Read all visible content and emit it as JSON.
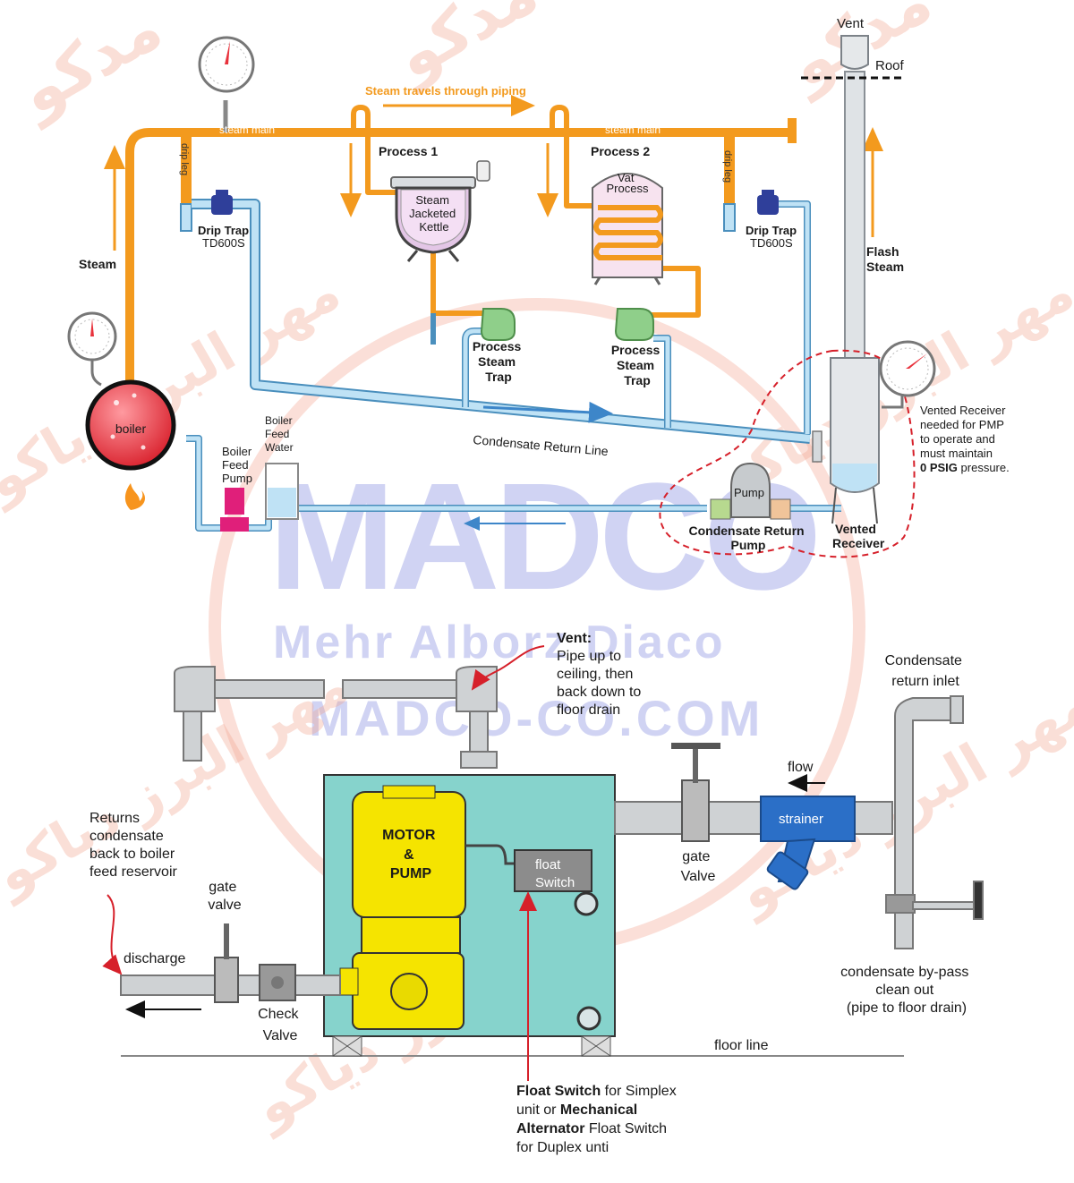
{
  "colors": {
    "steam": "#f39a1e",
    "condensate": "#bfe2f5",
    "condensate_stroke": "#4a8fbd",
    "boiler": "#e8323c",
    "tank": "#86d3cc",
    "motor": "#f5e400",
    "pipe_gray": "#c8c8c8",
    "strainer": "#2b6fc7",
    "arrow_red": "#d6202a",
    "watermark": "#f2a48f",
    "logo": "#5b63d6"
  },
  "top_diagram": {
    "vent": "Vent",
    "roof": "Roof",
    "steam_travels": "Steam travels through piping",
    "steam_main_left": "steam main",
    "steam_main_right": "steam main",
    "drip_leg_left": "drip leg",
    "drip_leg_right": "drip leg",
    "process_1": "Process 1",
    "process_2": "Process 2",
    "kettle": [
      "Steam",
      "Jacketed",
      "Kettle"
    ],
    "vat": [
      "Vat",
      "Process"
    ],
    "drip_trap_left": [
      "Drip Trap",
      "TD600S"
    ],
    "drip_trap_right": [
      "Drip Trap",
      "TD600S"
    ],
    "steam": "Steam",
    "flash_steam": [
      "Flash",
      "Steam"
    ],
    "boiler": "boiler",
    "process_trap_1": [
      "Process",
      "Steam",
      "Trap"
    ],
    "process_trap_2": [
      "Process",
      "Steam",
      "Trap"
    ],
    "condensate_return_line": "Condensate Return Line",
    "boiler_feed_water": [
      "Boiler",
      "Feed",
      "Water"
    ],
    "boiler_feed_pump": [
      "Boiler",
      "Feed",
      "Pump"
    ],
    "pump": "Pump",
    "condensate_return_pump": [
      "Condensate Return",
      "Pump"
    ],
    "vented_receiver": [
      "Vented",
      "Receiver"
    ],
    "vented_note": [
      "Vented Receiver",
      "needed for PMP",
      "to operate and",
      "must maintain"
    ],
    "vented_note_bold": "0 PSIG",
    "vented_note_tail": " pressure."
  },
  "bottom_diagram": {
    "vent_title": "Vent:",
    "vent_desc": [
      "Pipe up to",
      "ceiling, then",
      "back down to",
      "floor drain"
    ],
    "condensate_inlet": [
      "Condensate",
      "return inlet"
    ],
    "flow": "flow",
    "strainer": "strainer",
    "gate_valve_right": [
      "gate",
      "Valve"
    ],
    "motor_pump": [
      "MOTOR",
      "&",
      "PUMP"
    ],
    "float_switch": [
      "float",
      "Switch"
    ],
    "returns_condensate": [
      "Returns",
      "condensate",
      "back to boiler",
      "feed reservoir"
    ],
    "gate_valve_left": [
      "gate",
      "valve"
    ],
    "discharge": "discharge",
    "check_valve": [
      "Check",
      "Valve"
    ],
    "floor_line": "floor line",
    "bypass": [
      "condensate by-pass",
      "clean out",
      "(pipe to floor drain)"
    ],
    "float_note_1_bold": "Float Switch",
    "float_note_1": " for Simplex",
    "float_note_2a": "unit or ",
    "float_note_2_bold": "Mechanical",
    "float_note_3_bold": "Alternator",
    "float_note_3": " Float Switch",
    "float_note_4": "for Duplex unti"
  },
  "watermark": {
    "logo_text": "MADCO",
    "company": "Mehr Alborz Diaco",
    "url": "MADCO-CO.COM",
    "persian_1": "مدکو",
    "persian_2": "مهر البرز دیاکو"
  }
}
